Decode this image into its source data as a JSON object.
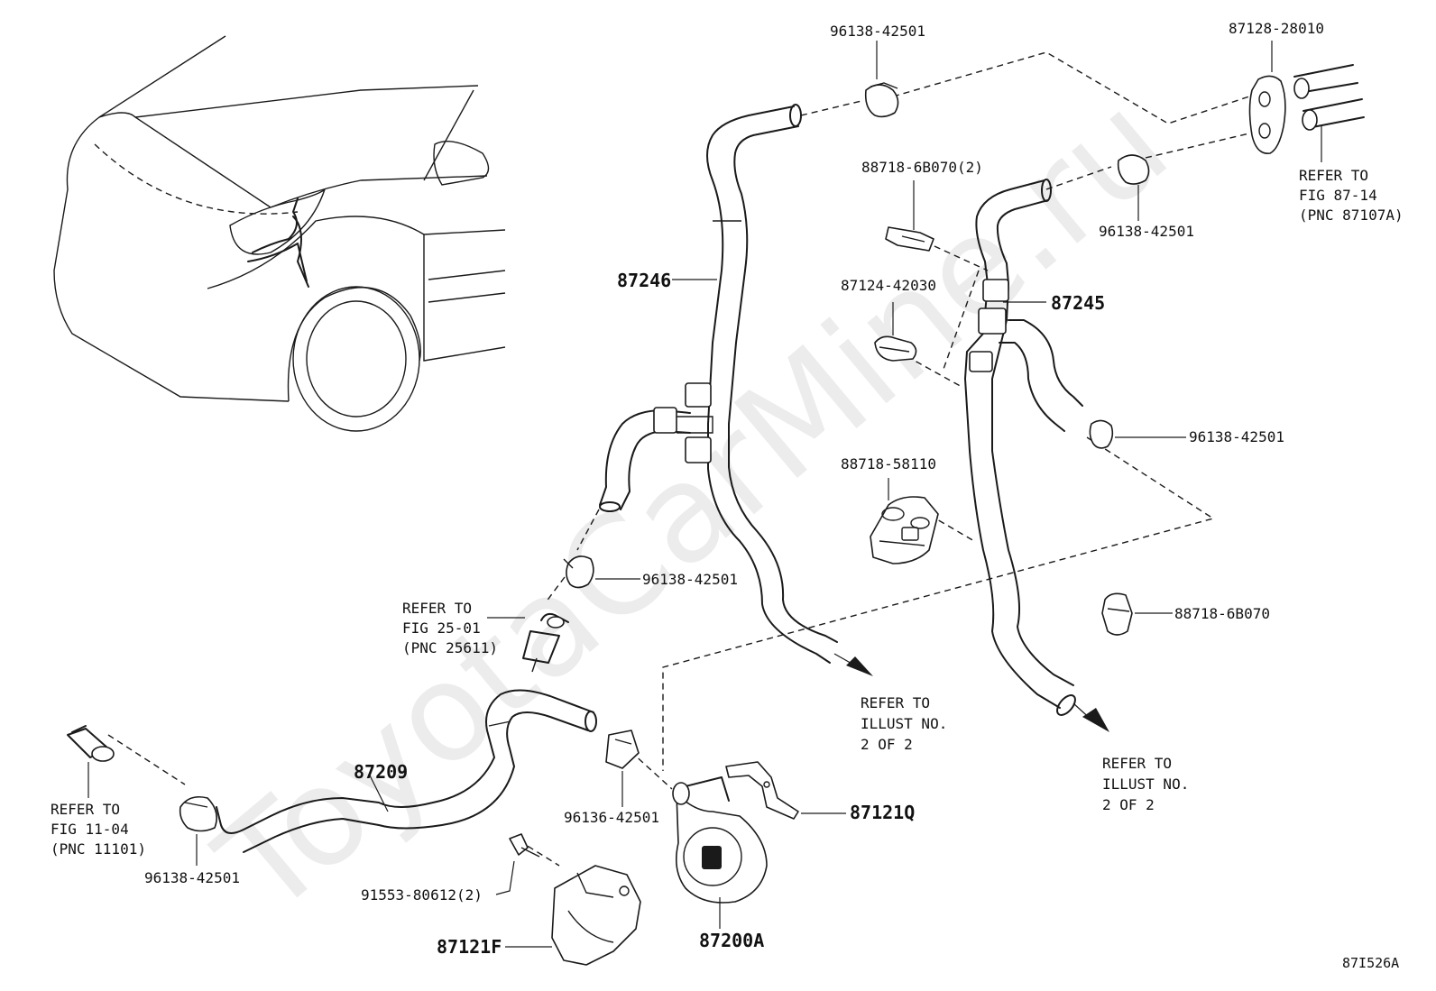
{
  "watermark": "ToyotaCarMine.ru",
  "figure_code": "87I526A",
  "part_numbers": {
    "clamp_top": "96138-42501",
    "grommet": "87128-28010",
    "clamp_right_top": "96138-42501",
    "clip_88718_6b070_2": "88718-6B070(2)",
    "hose_87246": "87246",
    "hose_87245": "87245",
    "clamp_87124": "87124-42030",
    "clamp_right_mid": "96138-42501",
    "valve_88718_58110": "88718-58110",
    "clamp_mid_left": "96138-42501",
    "clip_88718_6b070": "88718-6B070",
    "hose_87209": "87209",
    "clamp_96136": "96136-42501",
    "bracket_87121q": "87121Q",
    "clamp_bottom_left": "96138-42501",
    "bolt_91553": "91553-80612(2)",
    "bracket_87121f": "87121F",
    "pump_87200a": "87200A"
  },
  "references": {
    "fig_87_14": [
      "REFER TO",
      "FIG 87-14",
      "(PNC 87107A)"
    ],
    "fig_25_01": [
      "REFER TO",
      "FIG 25-01",
      "(PNC 25611)"
    ],
    "illust_2_mid": [
      "REFER TO",
      "ILLUST NO.",
      "2 OF 2"
    ],
    "illust_2_right": [
      "REFER TO",
      "ILLUST NO.",
      "2 OF 2"
    ],
    "fig_11_04": [
      "REFER TO",
      "FIG 11-04",
      "(PNC 11101)"
    ]
  }
}
